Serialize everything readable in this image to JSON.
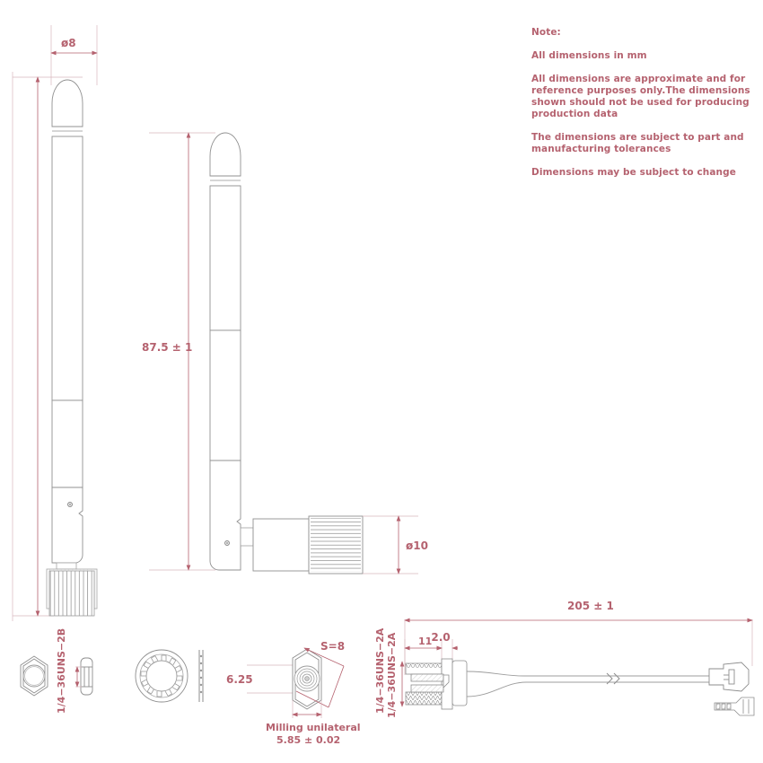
{
  "document": {
    "type": "engineering-drawing",
    "subject": "Antenna mechanical outline drawing",
    "units": "mm"
  },
  "notes": {
    "heading": "Note:",
    "lines": [
      "All dimensions in mm",
      "All dimensions are approximate and for reference purposes only.The dimensions shown should not be used for producing production data",
      "The dimensions are subject to part and manufacturing  tolerances",
      "Dimensions may be subject to change"
    ]
  },
  "colors": {
    "dimension": "#b5626f",
    "outline": "#8a8a8a",
    "outline_light": "#b0b0b0",
    "background": "#ffffff"
  },
  "views": {
    "straight_antenna": {
      "name": "Straight antenna elevation view",
      "diameter_label": "ø8"
    },
    "angled_antenna": {
      "name": "Antenna shown rotated 90 degrees",
      "height_label": "87.5 ± 1",
      "connector_diameter_label": "ø10"
    },
    "hex_nut": {
      "name": "Hex nut front and side view",
      "thread_label": "1/4−36UNS−2B"
    },
    "lock_washer": {
      "name": "Internal tooth lock washer front and side view"
    },
    "connector_face": {
      "name": "Connector hex face view",
      "across_flats_label": "S=8",
      "height_label": "6.25",
      "milling_label_line1": "Milling unilateral",
      "milling_label_line2": "5.85 ± 0.02",
      "thread_label": "1/4−36UNS−2A"
    },
    "cable_assembly": {
      "name": "Bulkhead connector with coaxial pigtail cable",
      "total_length_label": "205 ± 1",
      "thread_length_label": "11",
      "shoulder_label": "2.0",
      "thread_label": "1/4−36UNS−2A"
    }
  }
}
